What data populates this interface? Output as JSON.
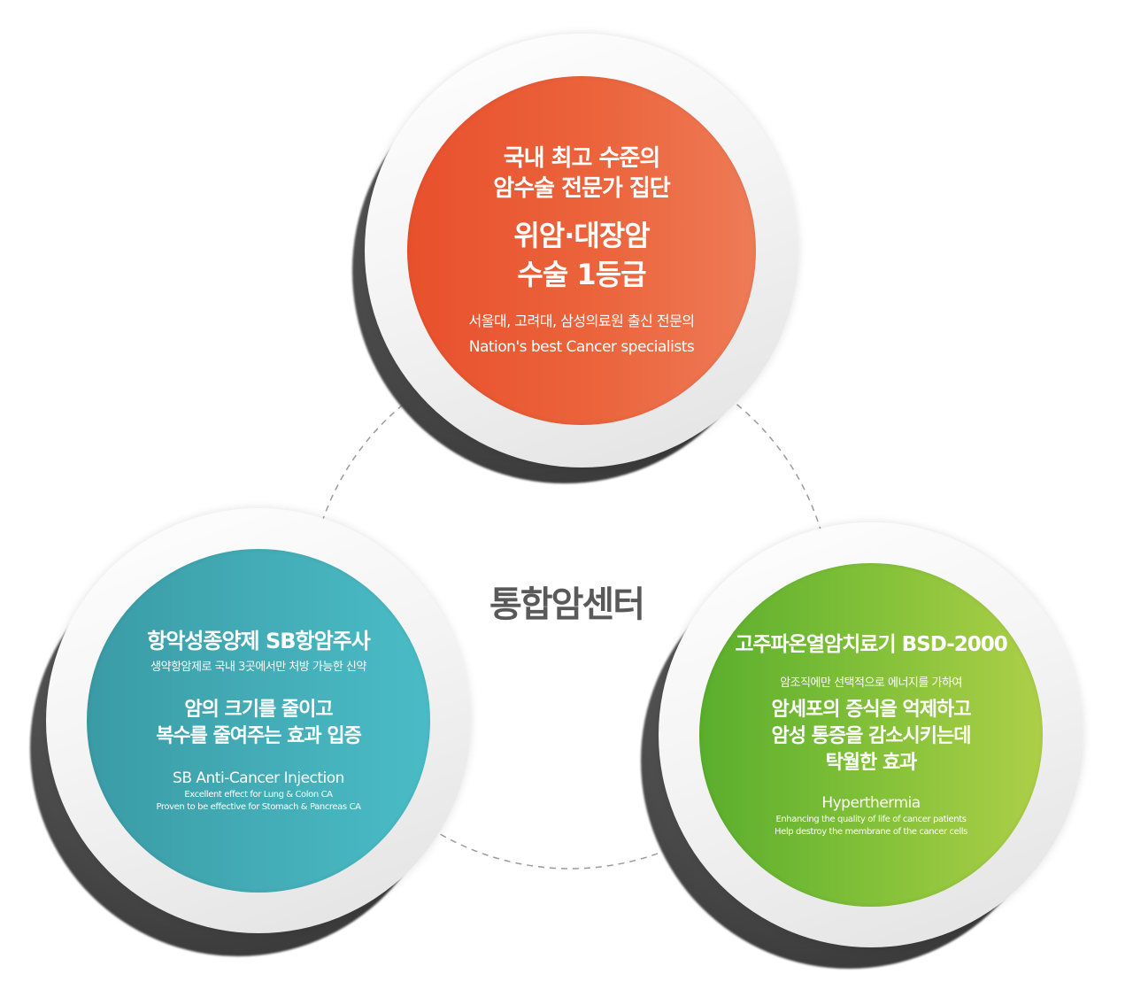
{
  "center": {
    "title": "통합암센터"
  },
  "top": {
    "head_line1": "국내 최고 수준의",
    "head_line2": "암수술 전문가 집단",
    "big_line1": "위암·대장암",
    "big_line2": "수술 1등급",
    "sub_korean": "서울대, 고려대, 삼성의료원 출신 전문의",
    "sub_english": "Nation's best Cancer specialists",
    "color_start": "#e8502c",
    "color_end": "#ee7b57"
  },
  "left": {
    "head": "항악성종양제 SB항암주사",
    "sub_korean": "생약항암제로 국내 3곳에서만 처방 가능한 신약",
    "mid_line1": "암의 크기를 줄이고",
    "mid_line2": "복수를 줄여주는 효과 입증",
    "eng_title": "SB Anti-Cancer Injection",
    "eng_line1": "Excellent effect for Lung & Colon CA",
    "eng_line2": "Proven to be effective for Stomach & Pancreas CA",
    "color_start": "#3a9ba5",
    "color_end": "#4abcc6"
  },
  "right": {
    "head": "고주파온열암치료기 BSD-2000",
    "sub_korean": "암조직에만 선택적으로 에너지를 가하여",
    "mid_line1": "암세포의 증식을 억제하고",
    "mid_line2": "암성 통증을 감소시키는데",
    "mid_line3": "탁월한 효과",
    "eng_title": "Hyperthermia",
    "eng_line1": "Enhancing the quality of life of cancer patients",
    "eng_line2": "Help destroy the membrane of the cancer cells",
    "color_start": "#5aae2c",
    "color_end": "#aecf48"
  }
}
